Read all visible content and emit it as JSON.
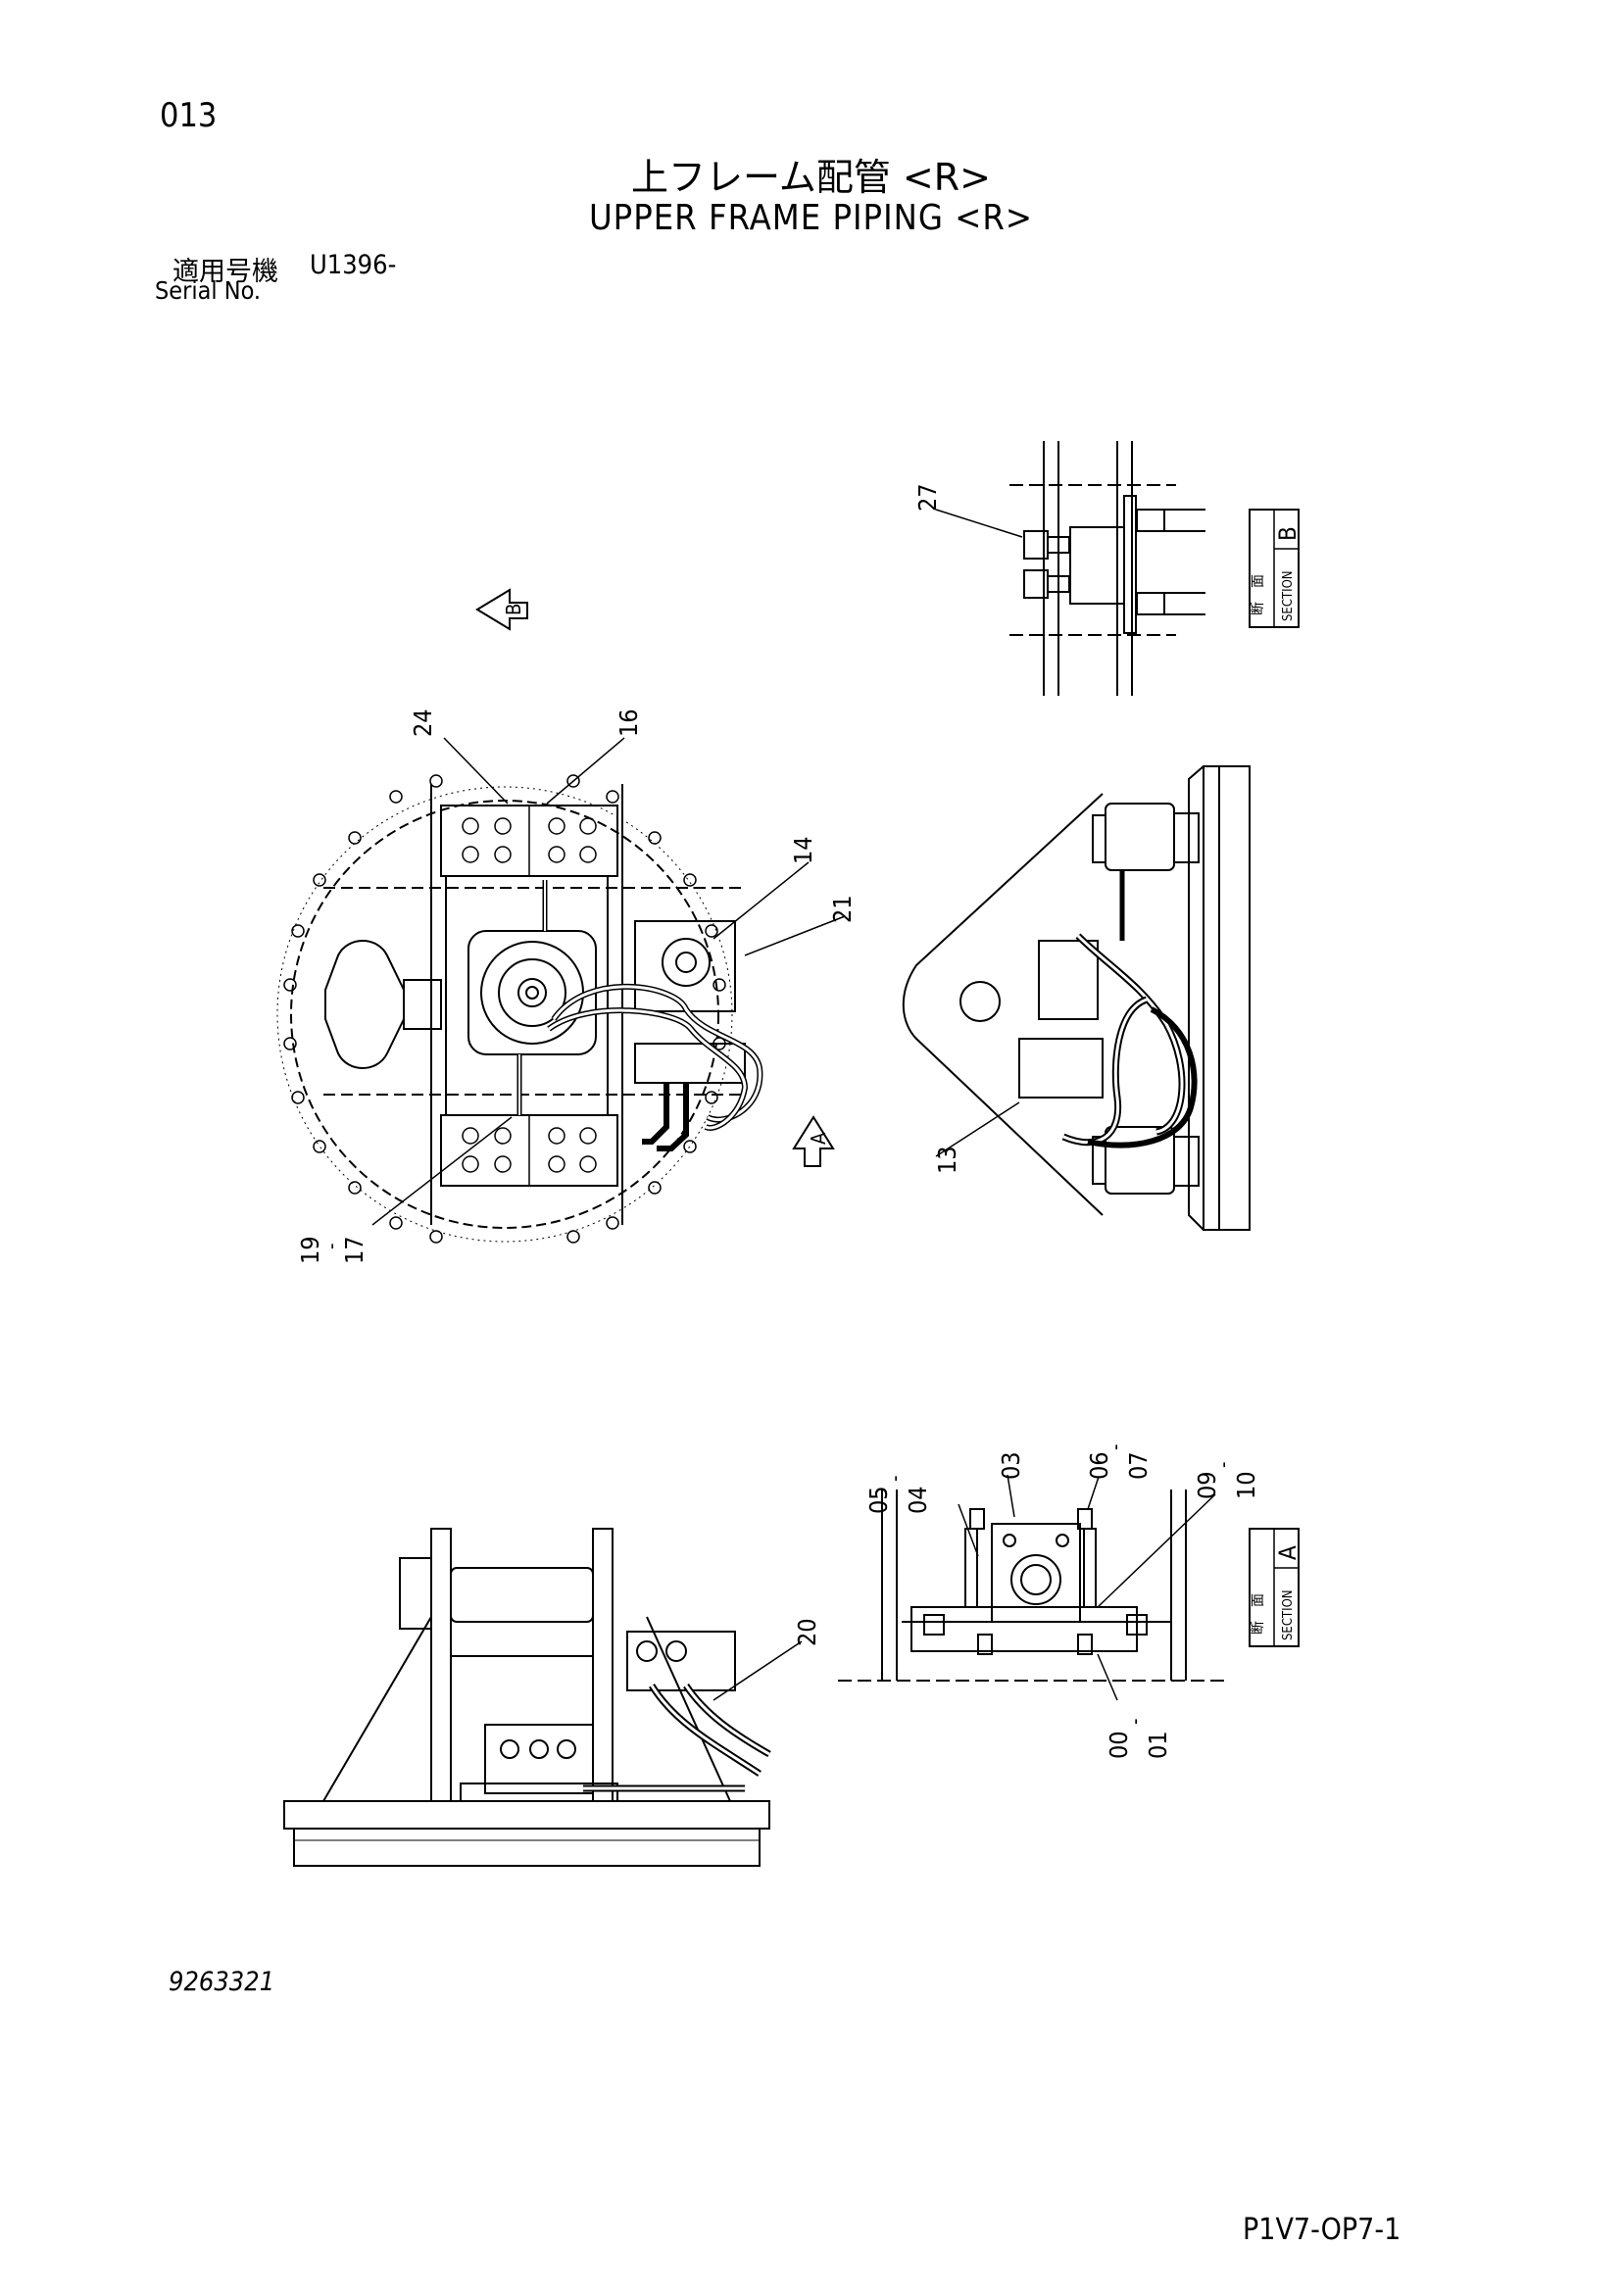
{
  "header": {
    "page_number": "013",
    "title_ja": "上フレーム配管 <R>",
    "title_en": "UPPER FRAME PIPING <R>",
    "serial_label_ja": "適用号機",
    "serial_label_en": "Serial No.",
    "serial_value": "U1396-"
  },
  "callouts": {
    "c27": "27",
    "c24": "24",
    "c16": "16",
    "c14": "14",
    "c21": "21",
    "c13": "13",
    "c19": "19",
    "c17": "17",
    "c03": "03",
    "c06": "06",
    "c07": "07",
    "c05": "05",
    "c04": "04",
    "c09": "09",
    "c10": "10",
    "c00": "00",
    "c01": "01",
    "c20": "20"
  },
  "view_markers": {
    "a": "A",
    "b": "B"
  },
  "sections": {
    "b": {
      "kanji_1": "断",
      "kanji_2": "面",
      "word": "SECTION",
      "letter": "B"
    },
    "a": {
      "kanji_1": "断",
      "kanji_2": "面",
      "word": "SECTION",
      "letter": "A"
    }
  },
  "footer": {
    "drawing_number": "9263321",
    "sheet_code": "P1V7-OP7-1"
  }
}
